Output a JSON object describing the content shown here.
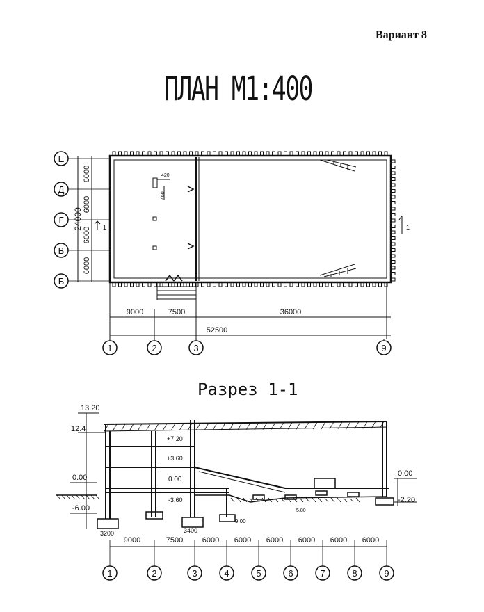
{
  "header": {
    "variant": "Вариант 8"
  },
  "plan": {
    "title": "ПЛАН М1:400",
    "row_axes": [
      "Е",
      "Д",
      "Г",
      "В",
      "Б"
    ],
    "row_spacings": [
      "6000",
      "6000",
      "6000",
      "6000"
    ],
    "total_width": "24000",
    "col_axes": [
      "1",
      "2",
      "3",
      "9"
    ],
    "col_spacings": [
      "9000",
      "7500",
      "36000"
    ],
    "total_length": "52500",
    "small_dims": [
      "420",
      "460"
    ],
    "cut_mark": "1"
  },
  "section": {
    "title": "Разрез 1-1",
    "left_levels": [
      "13.20",
      "12.4",
      "0.00",
      "-6.00"
    ],
    "right_levels": [
      "0.00",
      "-2.20"
    ],
    "inner_levels": [
      "+7.20",
      "+3.60",
      "0.00",
      "-3.60"
    ],
    "footing_dims": [
      "3200",
      "3400",
      "9.00",
      "5.80"
    ],
    "col_spacings": [
      "9000",
      "7500",
      "6000",
      "6000",
      "6000",
      "6000",
      "6000",
      "6000"
    ],
    "col_axes": [
      "1",
      "2",
      "3",
      "4",
      "5",
      "6",
      "7",
      "8",
      "9"
    ]
  }
}
